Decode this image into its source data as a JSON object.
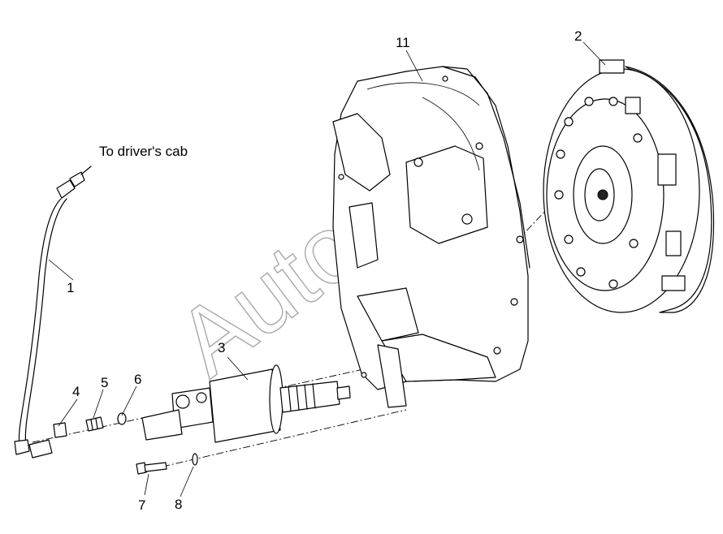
{
  "title": "",
  "watermark": "AutoSoft",
  "note_label": "To driver's cab",
  "callouts": [
    {
      "id": "1",
      "part": "clutch-hose"
    },
    {
      "id": "2",
      "part": "pressure-plate"
    },
    {
      "id": "3",
      "part": "clutch-booster"
    },
    {
      "id": "4",
      "part": "nut"
    },
    {
      "id": "5",
      "part": "fitting"
    },
    {
      "id": "6",
      "part": "seal-ring"
    },
    {
      "id": "7",
      "part": "bolt"
    },
    {
      "id": "8",
      "part": "washer"
    },
    {
      "id": "11",
      "part": "clutch-housing"
    }
  ]
}
